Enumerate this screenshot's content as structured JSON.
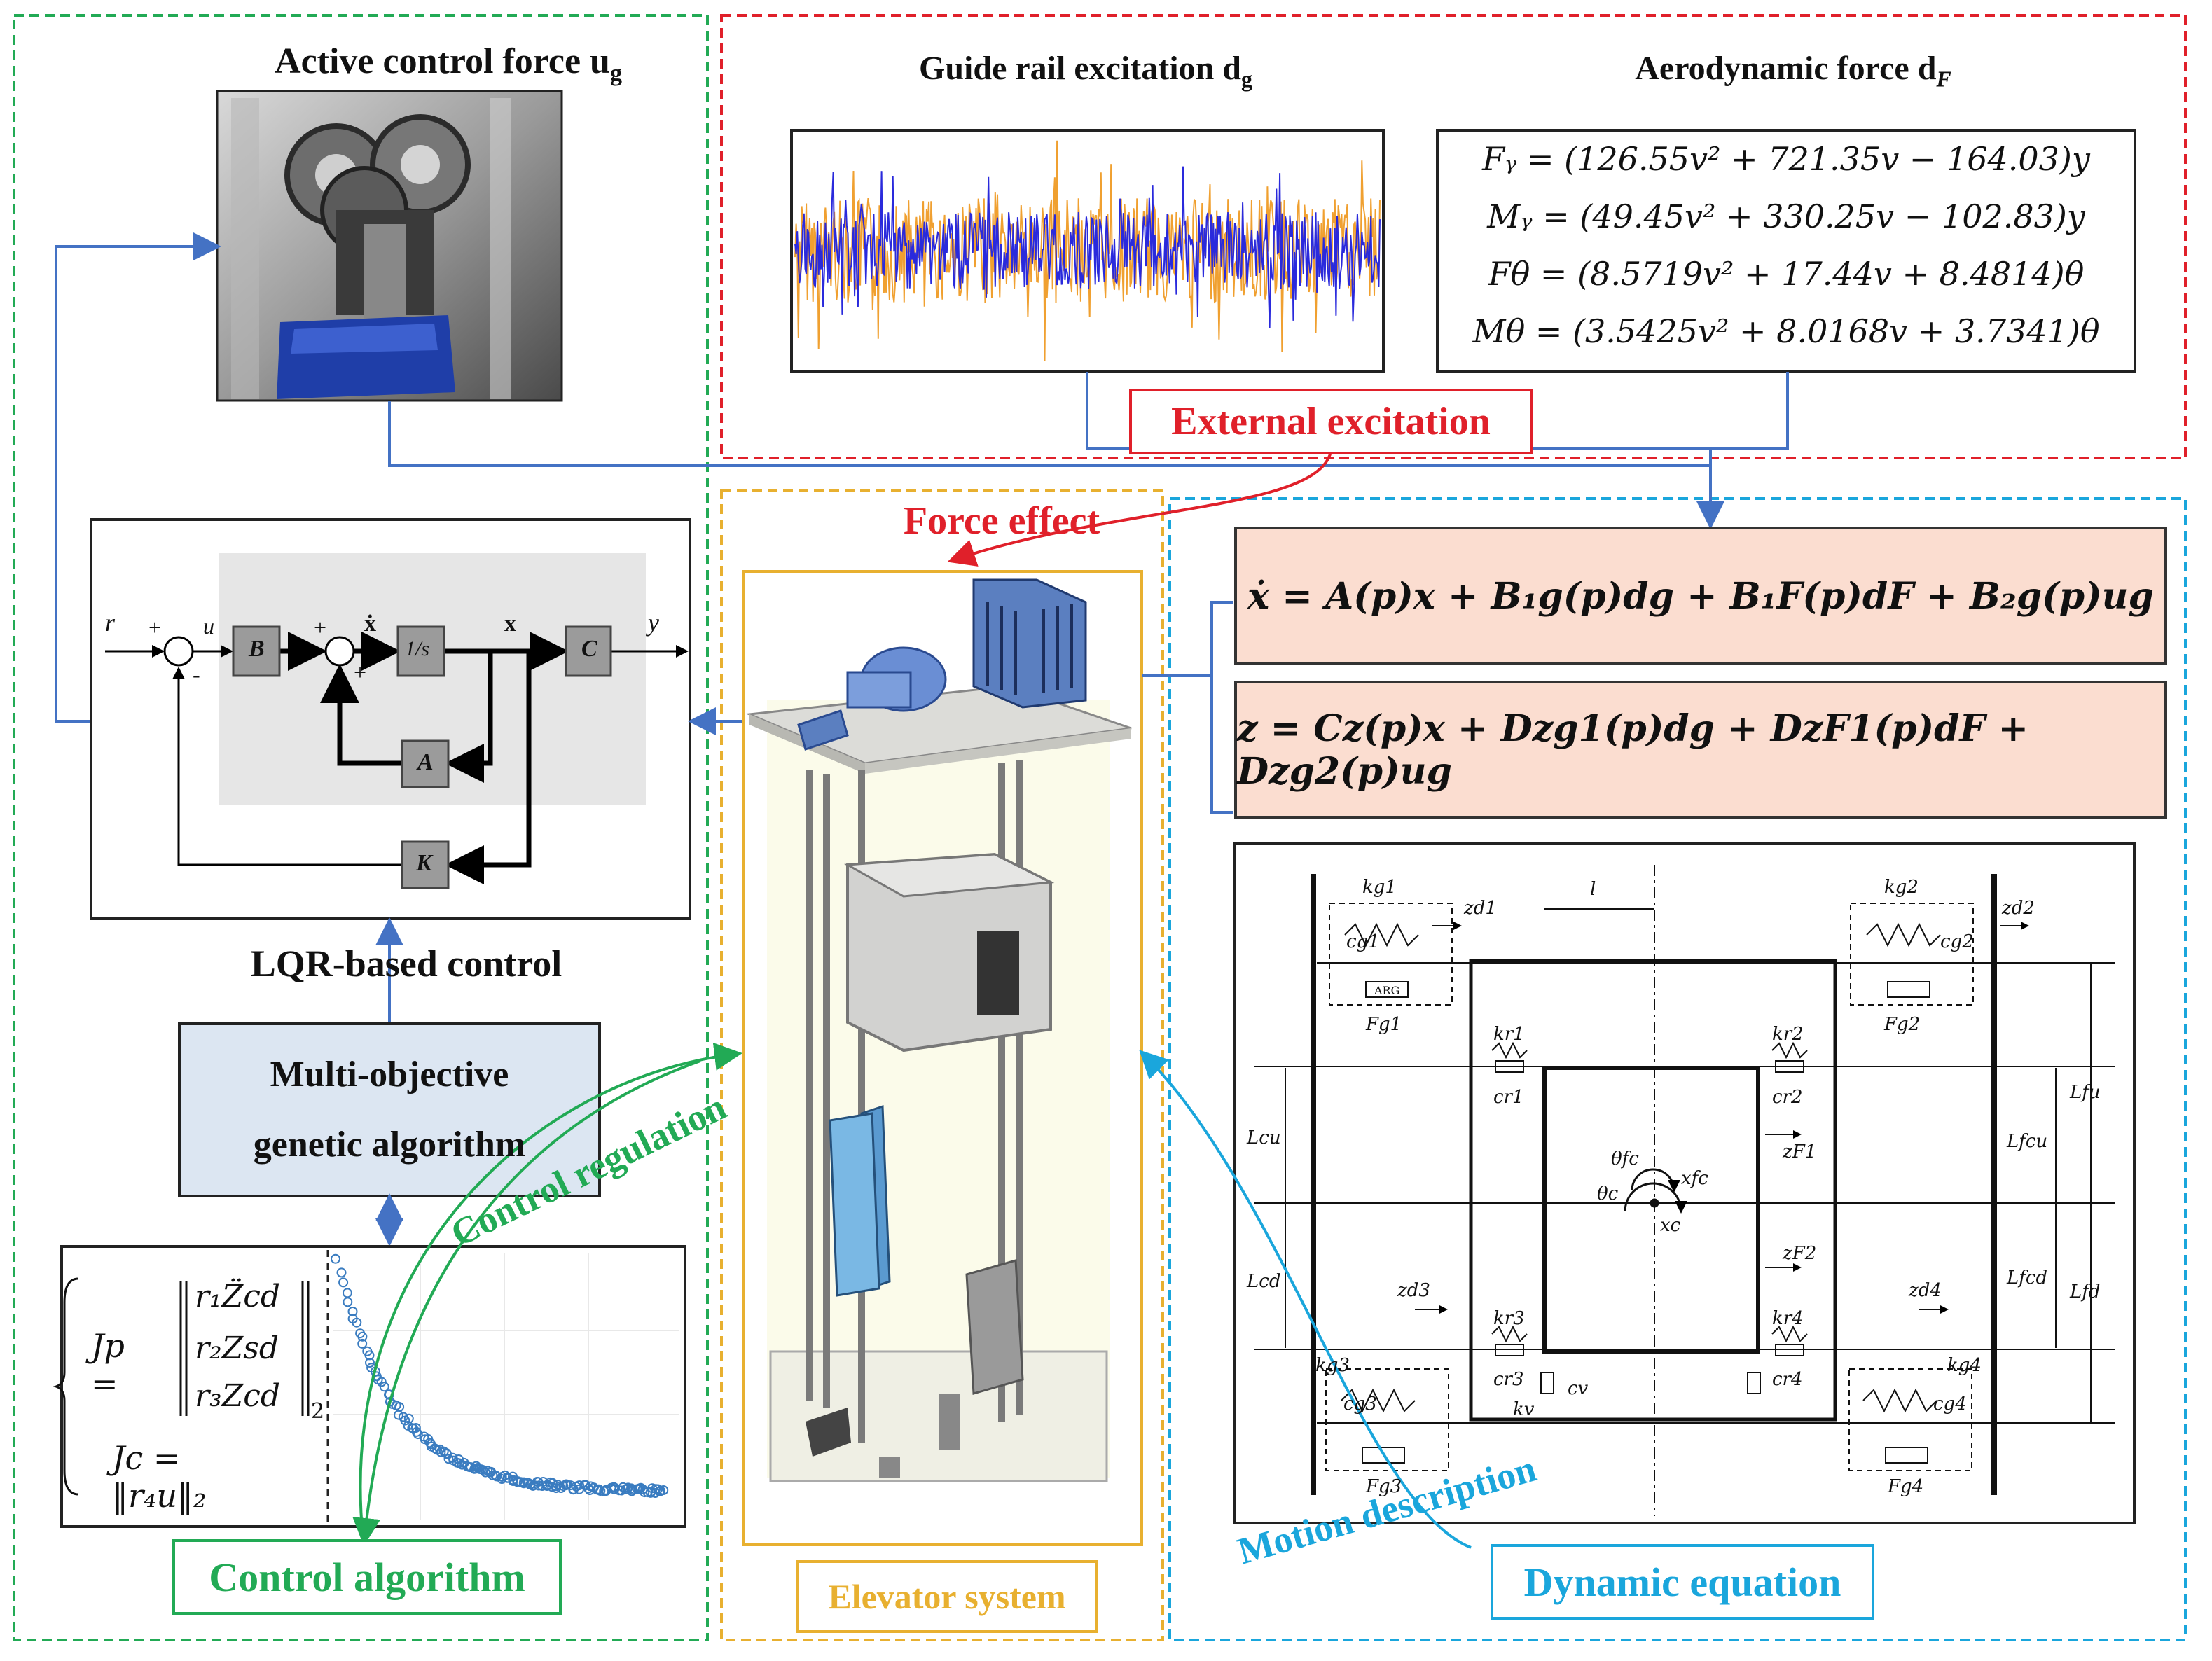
{
  "titles": {
    "active_force": "Active control force u",
    "active_force_sub": "g",
    "guide_rail": "Guide rail excitation d",
    "guide_rail_sub": "g",
    "aero_force": "Aerodynamic force d",
    "aero_force_sub": "F",
    "force_effect": "Force effect",
    "lqr": "LQR-based control",
    "moga_line1": "Multi-objective",
    "moga_line2": "genetic algorithm"
  },
  "tags": {
    "external_excitation": "External excitation",
    "control_algorithm": "Control algorithm",
    "elevator_system": "Elevator system",
    "dynamic_equation": "Dynamic equation",
    "control_regulation": "Control regulation",
    "motion_description": "Motion description"
  },
  "aero_equations": [
    "Fᵧ = (126.55v² + 721.35v − 164.03)y",
    "Mᵧ = (49.45v² + 330.25v − 102.83)y",
    "Fθ = (8.5719v² + 17.44v + 8.4814)θ",
    "Mθ = (3.5425v² + 8.0168v + 3.7341)θ"
  ],
  "state_equations": {
    "state": "ẋ = A(p)x + B₁g(p)dg + B₁F(p)dF + B₂g(p)ug",
    "output": "z = Cz(p)x + Dzg1(p)dg + DzF1(p)dF + Dzg2(p)ug"
  },
  "block_diagram": {
    "r": "r",
    "u": "u",
    "y": "y",
    "x": "x",
    "xdot": "ẋ",
    "plus1": "+",
    "minus1": "-",
    "plus2": "+",
    "plus3": "+",
    "B": "B",
    "integrator": "1/s",
    "C": "C",
    "A": "A",
    "K": "K"
  },
  "objectives": {
    "jp": "Jp =",
    "r1": "r₁Z̈cd",
    "r2": "r₂Zsd",
    "r3": "r₃Zcd",
    "norm_sub": "2",
    "jc": "Jc = ‖r₄u‖₂"
  },
  "model_labels": {
    "kg1": "kg1",
    "cg1": "cg1",
    "Fg1": "Fg1",
    "zd1": "zd1",
    "kg2": "kg2",
    "cg2": "cg2",
    "Fg2": "Fg2",
    "zd2": "zd2",
    "kg3": "kg3",
    "cg3": "cg3",
    "Fg3": "Fg3",
    "zd3": "zd3",
    "kg4": "kg4",
    "cg4": "cg4",
    "Fg4": "Fg4",
    "zd4": "zd4",
    "kr1": "kr1",
    "cr1": "cr1",
    "kr2": "kr2",
    "cr2": "cr2",
    "kr3": "kr3",
    "cr3": "cr3",
    "kr4": "kr4",
    "cr4": "cr4",
    "l": "l",
    "Lcu": "Lcu",
    "Lcd": "Lcd",
    "Lfu": "Lfu",
    "Lfcu": "Lfcu",
    "Lfcd": "Lfcd",
    "Lfd": "Lfd",
    "zF1": "zF1",
    "zF2": "zF2",
    "thetafc": "θfc",
    "xfc": "xfc",
    "thetac": "θc",
    "xc": "xc",
    "cv": "cv",
    "kv": "kv",
    "ARG": "ARG"
  },
  "colors": {
    "green": "#22aa55",
    "red": "#e0202a",
    "orange": "#e8b030",
    "cyan": "#1aa6dc",
    "blue_line": "#4472c4",
    "salmon": "#fbddd0",
    "moga_fill": "#dce6f2",
    "signal_blue": "#2a2adc",
    "signal_orange": "#f0a030"
  }
}
